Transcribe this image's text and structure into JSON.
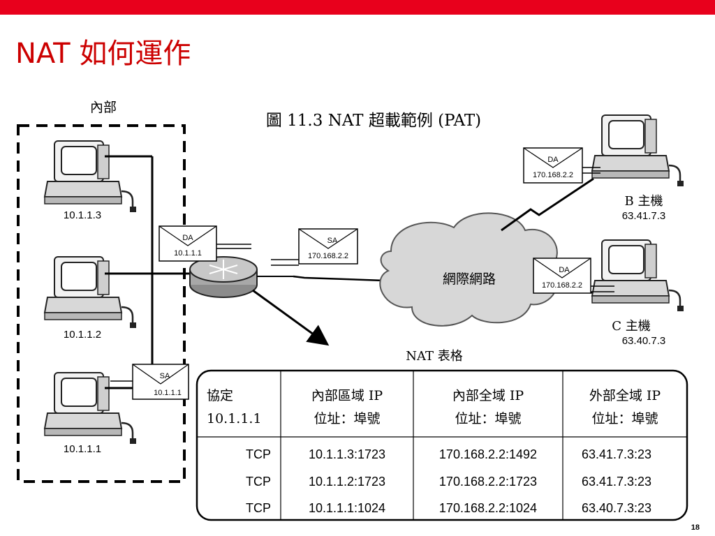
{
  "title": "NAT 如何運作",
  "page_number": "18",
  "accent_color": "#e8001c",
  "title_color": "#cc0000",
  "figure": {
    "caption": "圖 11.3 NAT 超載範例 (PAT)",
    "inside_label": "內部",
    "internet_label": "網際網路",
    "nat_table_label": "NAT 表格",
    "hosts_inside": [
      {
        "ip": "10.1.1.3"
      },
      {
        "ip": "10.1.1.2"
      },
      {
        "ip": "10.1.1.1"
      }
    ],
    "host_b": {
      "name": "B 主機",
      "ip": "63.41.7.3"
    },
    "host_c": {
      "name": "C 主機",
      "ip": "63.40.7.3"
    },
    "packets": {
      "inside_da": {
        "tag": "DA",
        "addr": "10.1.1.1"
      },
      "inside_sa": {
        "tag": "SA",
        "addr": "10.1.1.1"
      },
      "outside_sa": {
        "tag": "SA",
        "addr": "170.168.2.2"
      },
      "host_b_da": {
        "tag": "DA",
        "addr": "170.168.2.2"
      },
      "host_c_da": {
        "tag": "DA",
        "addr": "170.168.2.2"
      }
    }
  },
  "nat_table": {
    "headers": [
      {
        "line1": "協定",
        "line2": "10.1.1.1"
      },
      {
        "line1": "內部區域 IP",
        "line2": "位址：埠號"
      },
      {
        "line1": "內部全域 IP",
        "line2": "位址：埠號"
      },
      {
        "line1": "外部全域 IP",
        "line2": "位址：埠號"
      }
    ],
    "rows": [
      [
        "TCP",
        "10.1.1.3:1723",
        "170.168.2.2:1492",
        "63.41.7.3:23"
      ],
      [
        "TCP",
        "10.1.1.2:1723",
        "170.168.2.2:1723",
        "63.41.7.3:23"
      ],
      [
        "TCP",
        "10.1.1.1:1024",
        "170.168.2.2:1024",
        "63.40.7.3:23"
      ]
    ]
  }
}
